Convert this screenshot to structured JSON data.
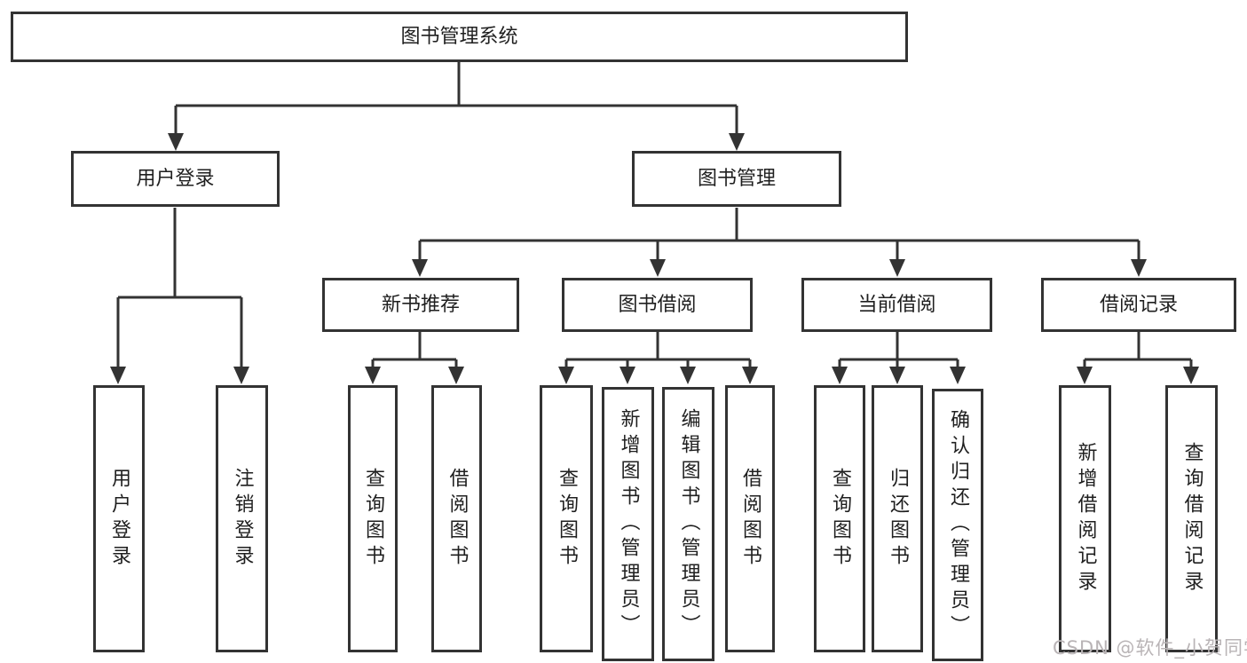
{
  "diagram": {
    "root": "图书管理系统",
    "user_branch": {
      "label": "用户登录",
      "children": [
        "用户登录",
        "注销登录"
      ]
    },
    "book_branch": {
      "label": "图书管理",
      "sections": [
        {
          "label": "新书推荐",
          "children": [
            "查询图书",
            "借阅图书"
          ]
        },
        {
          "label": "图书借阅",
          "children": [
            "查询图书",
            "新增图书（管理员）",
            "编辑图书（管理员）",
            "借阅图书"
          ]
        },
        {
          "label": "当前借阅",
          "children": [
            "查询图书",
            "归还图书",
            "确认归还（管理员）"
          ]
        },
        {
          "label": "借阅记录",
          "children": [
            "新增借阅记录",
            "查询借阅记录"
          ]
        }
      ]
    }
  },
  "watermark": "CSDN @软件_小贺同学",
  "colors": {
    "line": "#333333",
    "text": "#1f1f1f",
    "watermark": "#b9b4b6",
    "background": "#ffffff"
  }
}
